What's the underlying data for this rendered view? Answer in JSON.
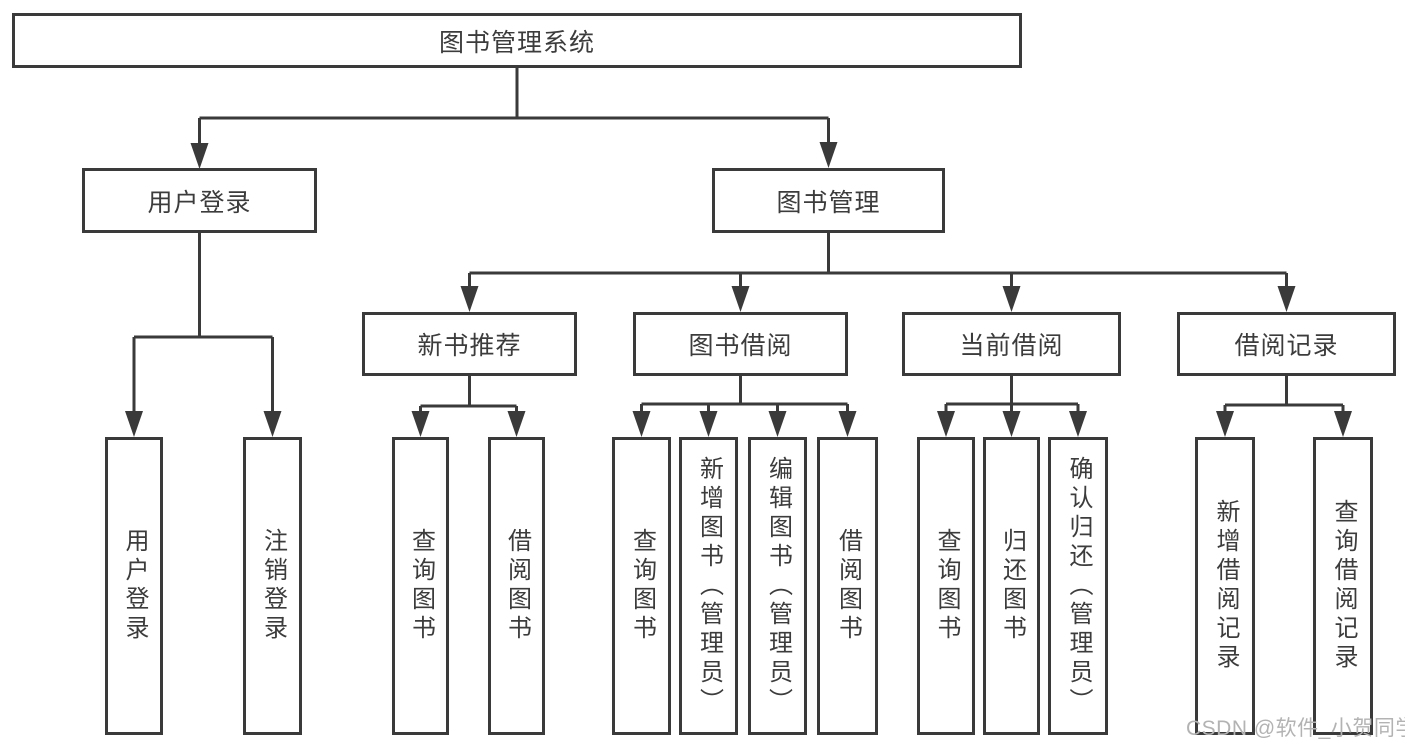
{
  "diagram": {
    "root": "图书管理系统",
    "level2": [
      "用户登录",
      "图书管理"
    ],
    "level3": [
      "新书推荐",
      "图书借阅",
      "当前借阅",
      "借阅记录"
    ],
    "leaves": {
      "user_login": [
        "用户登录",
        "注销登录"
      ],
      "new_book": [
        "查询图书",
        "借阅图书"
      ],
      "book_borrow": [
        "查询图书",
        "新增图书（管理员）",
        "编辑图书（管理员）",
        "借阅图书"
      ],
      "current_borrow": [
        "查询图书",
        "归还图书",
        "确认归还（管理员）"
      ],
      "borrow_record": [
        "新增借阅记录",
        "查询借阅记录"
      ]
    }
  },
  "watermark": "CSDN @软件_小贺同学",
  "colors": {
    "line": "#3a3a3a",
    "text": "#3c3c3c",
    "watermark": "#b3b3b3",
    "background": "#ffffff"
  }
}
